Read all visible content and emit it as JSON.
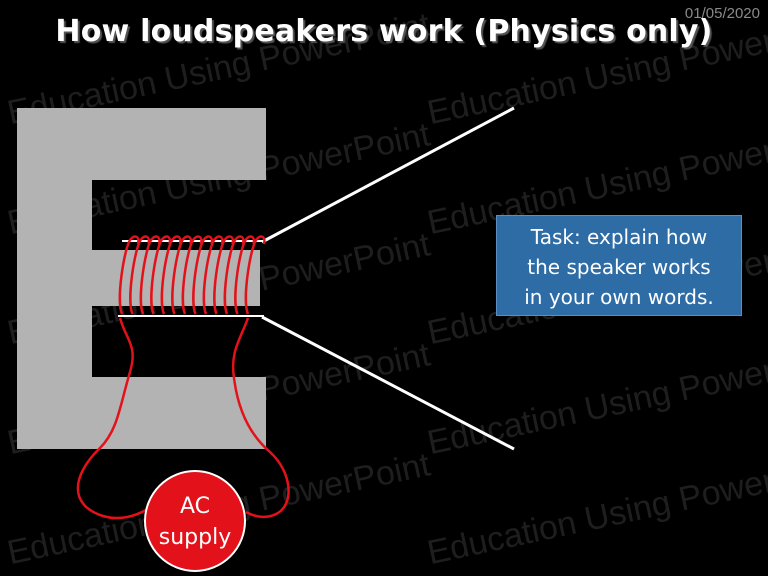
{
  "slide": {
    "date": "01/05/2020",
    "title": "How loudspeakers work (Physics only)",
    "watermark_text": "Education Using PowerPoint"
  },
  "task_box": {
    "text_line1": "Task: explain how",
    "text_line2": "the speaker works",
    "text_line3": "in your own words.",
    "color": "#2e6ca6"
  },
  "ac_supply": {
    "line1": "AC",
    "line2": "supply",
    "color": "#e3121a"
  },
  "colors": {
    "magnet": "#b3b3b3",
    "coil": "#e3121a",
    "cone": "#ffffff"
  }
}
